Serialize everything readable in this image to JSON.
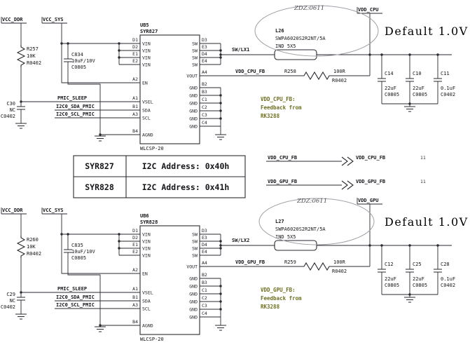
{
  "review_tags": {
    "top": "ZDZ:0611",
    "bottom": "ZDZ:0611"
  },
  "chip_pins": {
    "left": [
      {
        "num": "D1",
        "name": "VIN"
      },
      {
        "num": "D2",
        "name": "VIN"
      },
      {
        "num": "E1",
        "name": "VIN"
      },
      {
        "num": "E2",
        "name": "VIN"
      },
      {
        "num": "A2",
        "name": "EN"
      },
      {
        "num": "A1",
        "name": "VSEL"
      },
      {
        "num": "B1",
        "name": "SDA"
      },
      {
        "num": "A3",
        "name": "SCL"
      },
      {
        "num": "B4",
        "name": "AGND"
      }
    ],
    "right": [
      {
        "num": "D3",
        "name": "SW"
      },
      {
        "num": "E3",
        "name": "SW"
      },
      {
        "num": "D4",
        "name": "SW"
      },
      {
        "num": "E4",
        "name": "SW"
      },
      {
        "num": "A4",
        "name": "VOUT"
      },
      {
        "num": "B2",
        "name": "GND"
      },
      {
        "num": "B3",
        "name": "GND"
      },
      {
        "num": "C1",
        "name": "GND"
      },
      {
        "num": "C2",
        "name": "GND"
      },
      {
        "num": "C3",
        "name": "GND"
      },
      {
        "num": "C4",
        "name": "GND"
      }
    ]
  },
  "i2c_table": {
    "rows": [
      {
        "part": "SYR827",
        "address": "I2C Address: 0x40h"
      },
      {
        "part": "SYR828",
        "address": "I2C Address: 0x41h"
      }
    ]
  },
  "offpage_links": [
    {
      "left_label": "VDD_CPU_FB",
      "right_label": "VDD_CPU_FB",
      "page": "11"
    },
    {
      "left_label": "VDD_GPU_FB",
      "right_label": "VDD_GPU_FB",
      "page": "11"
    }
  ],
  "cpu": {
    "flag_ddr": "VCC_DDR",
    "flag_sys": "VCC_SYS",
    "flag_out": "VDD_CPU",
    "default_note": "Default 1.0V",
    "chip": {
      "ref": "UB5",
      "part": "SYR827",
      "package": "WLCSP-20"
    },
    "pullup": {
      "ref": "R257",
      "value": "10K",
      "fp": "R0402"
    },
    "nc_cap": {
      "ref": "C30",
      "value": "NC",
      "fp": "C0402"
    },
    "in_cap": {
      "ref": "C834",
      "value": "10uF/10V",
      "fp": "C0805"
    },
    "inductor": {
      "ref": "L26",
      "part": "SWPA6020S2R2NT/5A",
      "fp": "IND 5X5"
    },
    "sw_net": "SW/LX1",
    "fb_net": "VDD_CPU_FB",
    "fb_res": {
      "ref": "R258",
      "value": "100R",
      "fp": "R0402"
    },
    "out_caps": [
      {
        "ref": "C14",
        "value": "22uF",
        "fp": "C0805"
      },
      {
        "ref": "C10",
        "value": "22uF",
        "fp": "C0805"
      },
      {
        "ref": "C11",
        "value": "0.1uF",
        "fp": "C0402"
      }
    ],
    "signals": {
      "sleep": "PMIC_SLEEP",
      "sda": "I2C0_SDA_PMIC",
      "scl": "I2C0_SCL_PMIC"
    },
    "note": {
      "l1": "VDD_CPU_FB:",
      "l2": "Feedback from",
      "l3": "RK3288"
    }
  },
  "gpu": {
    "flag_ddr": "VCC_DDR",
    "flag_sys": "VCC_SYS",
    "flag_out": "VDD_GPU",
    "default_note": "Default 1.0V",
    "chip": {
      "ref": "UB6",
      "part": "SYR828",
      "package": "WLCSP-20"
    },
    "pullup": {
      "ref": "R260",
      "value": "10K",
      "fp": "R0402"
    },
    "nc_cap": {
      "ref": "C29",
      "value": "NC",
      "fp": "C0402"
    },
    "in_cap": {
      "ref": "C835",
      "value": "10uF/10V",
      "fp": "C0805"
    },
    "inductor": {
      "ref": "L27",
      "part": "SWPA6020S2R2NT/5A",
      "fp": "IND 5X5"
    },
    "sw_net": "SW/LX2",
    "fb_net": "VDD_GPU_FB",
    "fb_res": {
      "ref": "R259",
      "value": "100R",
      "fp": "R0402"
    },
    "out_caps": [
      {
        "ref": "C12",
        "value": "22uF",
        "fp": "C0805"
      },
      {
        "ref": "C25",
        "value": "22uF",
        "fp": "C0805"
      },
      {
        "ref": "C28",
        "value": "0.1uF",
        "fp": "C0402"
      }
    ],
    "signals": {
      "sleep": "PMIC_SLEEP",
      "sda": "I2C0_SDA_PMIC",
      "scl": "I2C0_SCL_PMIC"
    },
    "note": {
      "l1": "VDD_GPU_FB:",
      "l2": "Feedback from",
      "l3": "RK3288"
    }
  }
}
